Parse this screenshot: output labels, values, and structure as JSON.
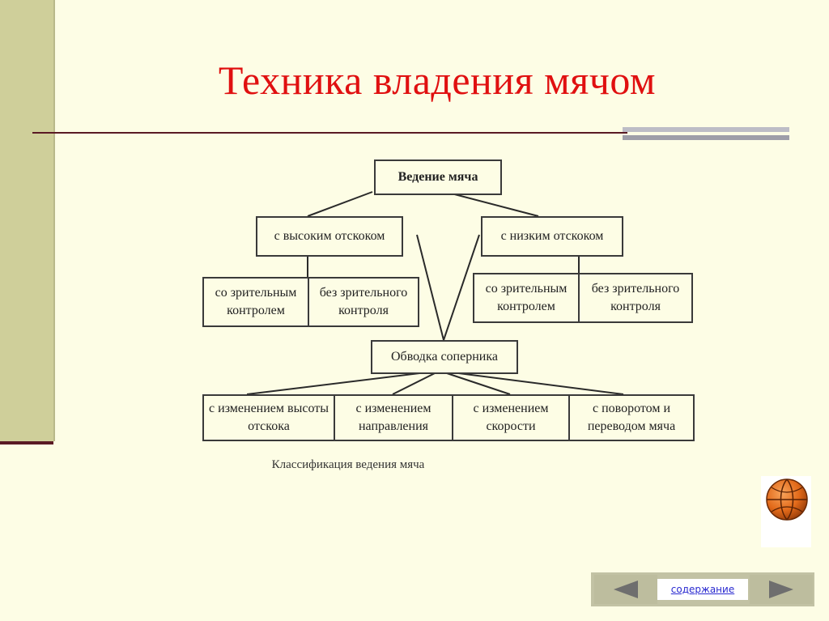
{
  "title": "Техника владения мячом",
  "diagram": {
    "root": "Ведение мяча",
    "high": "с высоким отскоком",
    "low": "с низким отскоком",
    "high_children": [
      "со зрительным контролем",
      "без зрительного контроля"
    ],
    "low_children": [
      "со зрительным контролем",
      "без зрительного контроля"
    ],
    "dribble": "Обводка соперника",
    "dribble_children": [
      "с изменением высоты отскока",
      "с изменением направления",
      "с изменением скорости",
      "с поворотом и переводом мяча"
    ]
  },
  "caption": "Классификация ведения мяча",
  "nav": {
    "back_icon": "arrow-left-icon",
    "forward_icon": "arrow-right-icon",
    "contents_label": "содержание"
  },
  "colors": {
    "background": "#fdfde5",
    "title": "#e01010",
    "sidebar": "#cfcf9a",
    "accent": "#5a1a24"
  }
}
